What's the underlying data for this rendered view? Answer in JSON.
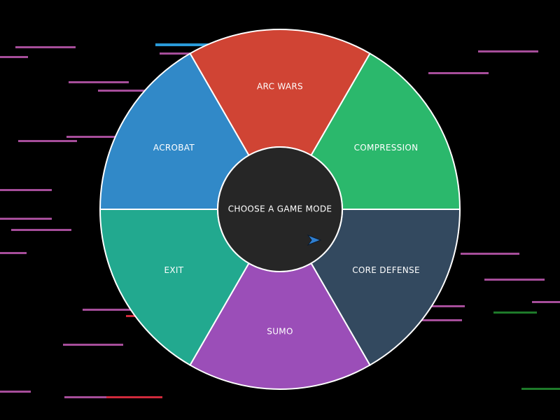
{
  "menu": {
    "title": "CHOOSE A GAME MODE",
    "modes": [
      {
        "label": "ARC WARS",
        "color": "#d04434"
      },
      {
        "label": "COMPRESSION",
        "color": "#2bb86c"
      },
      {
        "label": "CORE DEFENSE",
        "color": "#33495f"
      },
      {
        "label": "SUMO",
        "color": "#9b4eb8"
      },
      {
        "label": "EXIT",
        "color": "#22a98f"
      },
      {
        "label": "ACROBAT",
        "color": "#3189c8"
      }
    ],
    "hub_color": "#262626",
    "outline_color": "#ffffff"
  },
  "cursor": {
    "icon": "arrow-cursor-icon",
    "color": "#2f7fd0"
  },
  "streak_colors": {
    "primary": "#a64d9a",
    "red": "#d02a3c",
    "green": "#1e7a2a",
    "blue": "#2a9ad8"
  }
}
